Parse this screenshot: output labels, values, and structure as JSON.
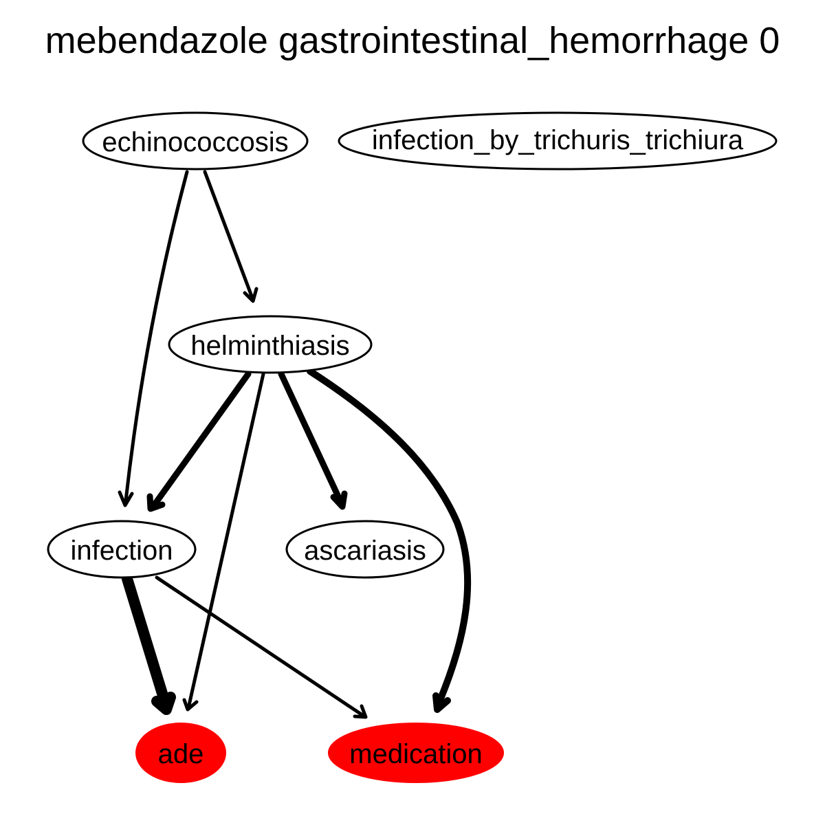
{
  "title": "mebendazole gastrointestinal_hemorrhage 0",
  "colors": {
    "highlight_fill": "#ff0000",
    "default_fill": "#ffffff",
    "stroke": "#000000"
  },
  "nodes": {
    "echinococcosis": {
      "label": "echinococcosis",
      "highlighted": false
    },
    "trichuris": {
      "label": "infection_by_trichuris_trichiura",
      "highlighted": false
    },
    "helminthiasis": {
      "label": "helminthiasis",
      "highlighted": false
    },
    "infection": {
      "label": "infection",
      "highlighted": false
    },
    "ascariasis": {
      "label": "ascariasis",
      "highlighted": false
    },
    "ade": {
      "label": "ade",
      "highlighted": true
    },
    "medication": {
      "label": "medication",
      "highlighted": true
    }
  },
  "edges": [
    {
      "from": "echinococcosis",
      "to": "infection",
      "weight": "thin"
    },
    {
      "from": "echinococcosis",
      "to": "helminthiasis",
      "weight": "thin"
    },
    {
      "from": "helminthiasis",
      "to": "infection",
      "weight": "medium"
    },
    {
      "from": "helminthiasis",
      "to": "ade",
      "weight": "thin"
    },
    {
      "from": "helminthiasis",
      "to": "ascariasis",
      "weight": "medium"
    },
    {
      "from": "helminthiasis",
      "to": "medication",
      "weight": "medium"
    },
    {
      "from": "infection",
      "to": "ade",
      "weight": "heavy"
    },
    {
      "from": "infection",
      "to": "medication",
      "weight": "thin"
    }
  ]
}
